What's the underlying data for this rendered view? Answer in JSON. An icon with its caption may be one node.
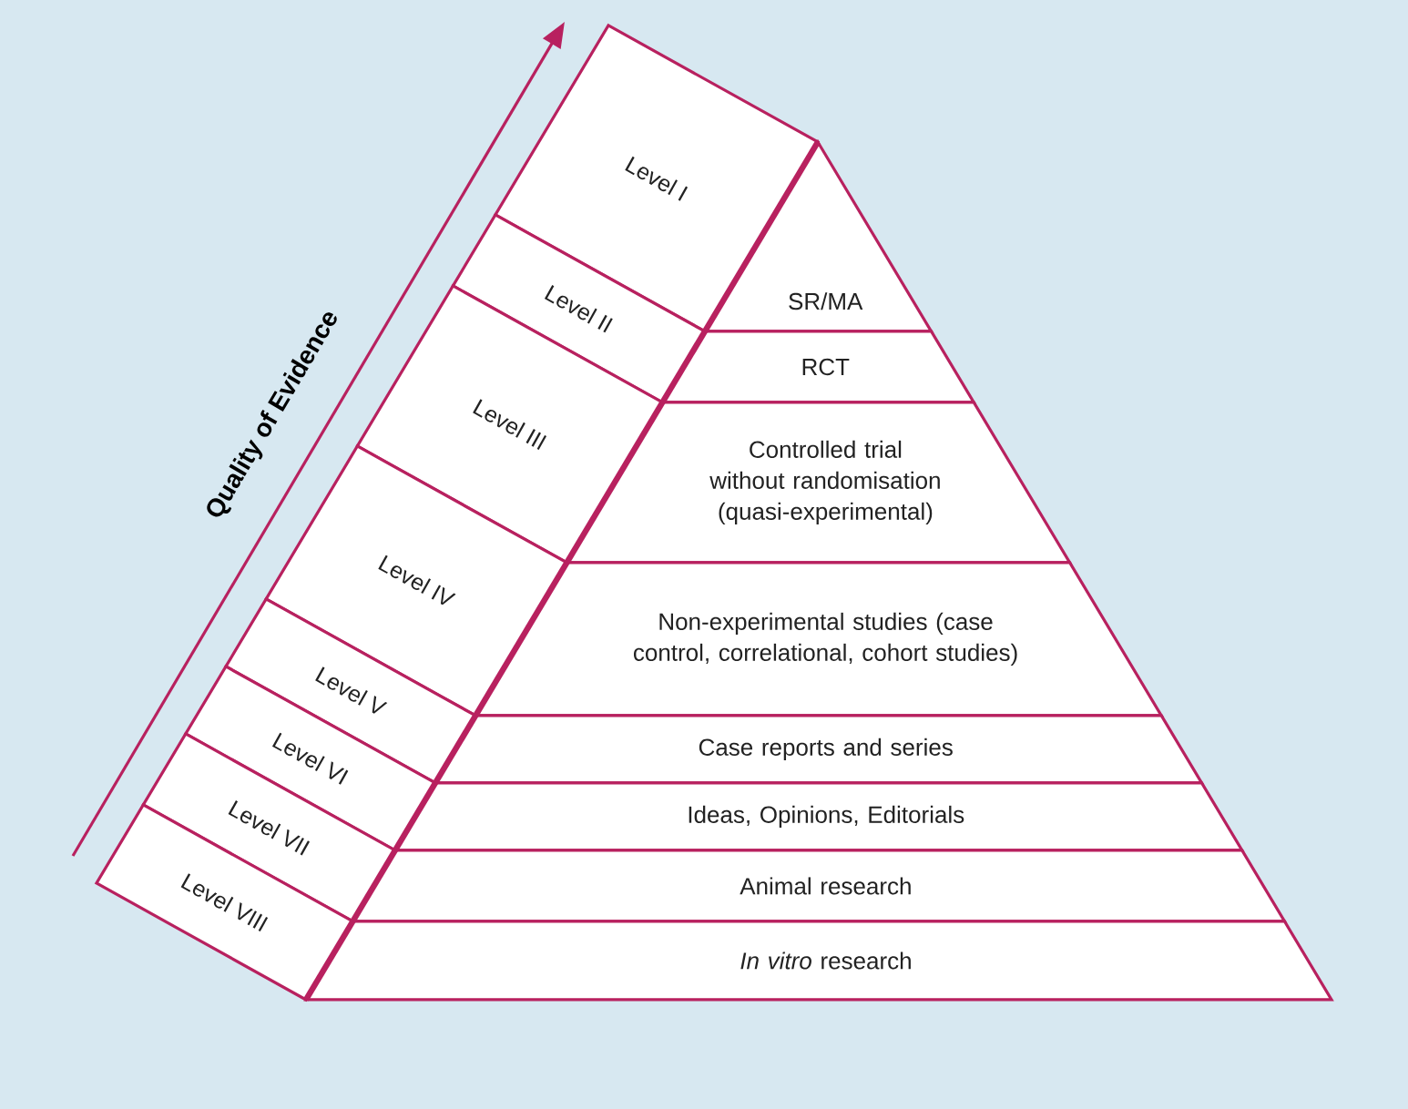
{
  "diagram": {
    "nodes": [
      {
        "text": [
          "Level I"
        ]
      },
      {
        "text": [
          "Level II"
        ]
      },
      {
        "text": [
          "Level III"
        ]
      },
      {
        "text": [
          "Level IV"
        ]
      },
      {
        "text": [
          "Level V"
        ]
      },
      {
        "text": [
          "Level VI"
        ]
      },
      {
        "text": [
          "Level VII"
        ]
      },
      {
        "text": [
          "Level VIII"
        ]
      },
      {
        "text": [
          "SR/MA"
        ]
      },
      {
        "text": [
          "RCT"
        ]
      },
      {
        "text": [
          "Controlled trial without randomisation (quasi-experimental)"
        ]
      },
      {
        "text": [
          "Non-experimental studies (case control, correlational, cohort studies)"
        ]
      },
      {
        "text": [
          "Case reports and series"
        ]
      },
      {
        "text": [
          "Ideas, Opinions, Editorials"
        ]
      },
      {
        "text": [
          "Animal research"
        ]
      },
      {
        "text": [
          "*In vitro* research"
        ]
      }
    ],
    "labels": [
      "Quality of Evidence"
    ]
  }
}
